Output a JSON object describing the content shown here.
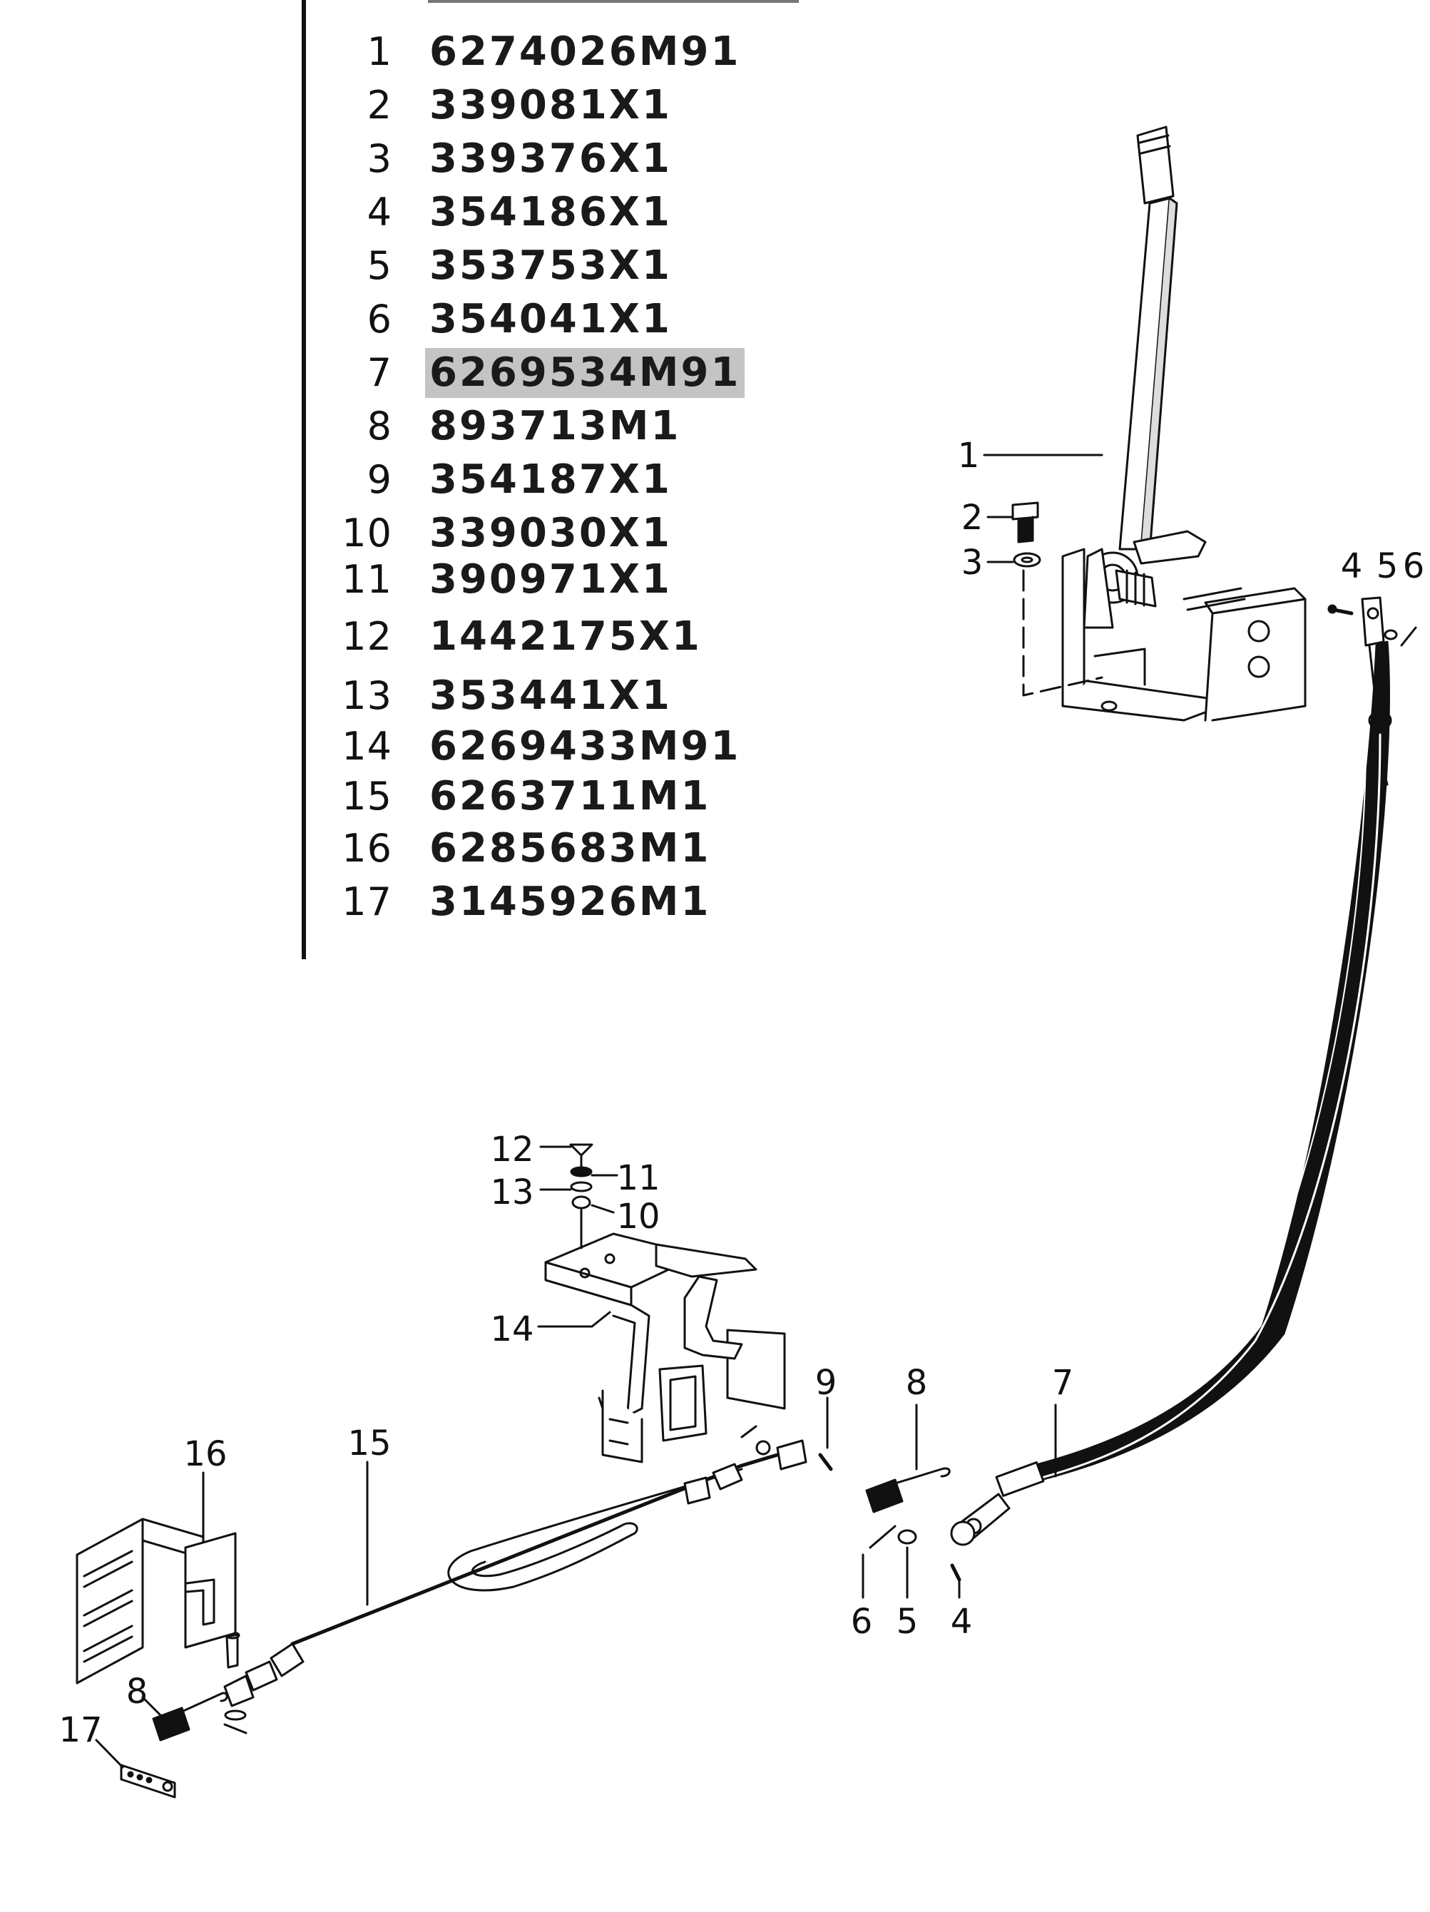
{
  "parts_list": {
    "highlighted_item": "7",
    "rows": [
      {
        "item": "1",
        "part_no": "6274026M91"
      },
      {
        "item": "2",
        "part_no": "339081X1"
      },
      {
        "item": "3",
        "part_no": "339376X1"
      },
      {
        "item": "4",
        "part_no": "354186X1"
      },
      {
        "item": "5",
        "part_no": "353753X1"
      },
      {
        "item": "6",
        "part_no": "354041X1"
      },
      {
        "item": "7",
        "part_no": "6269534M91"
      },
      {
        "item": "8",
        "part_no": "893713M1"
      },
      {
        "item": "9",
        "part_no": "354187X1"
      },
      {
        "item": "10",
        "part_no": "339030X1"
      },
      {
        "item": "11",
        "part_no": "390971X1"
      },
      {
        "item": "12",
        "part_no": "1442175X1"
      },
      {
        "item": "13",
        "part_no": "353441X1"
      },
      {
        "item": "14",
        "part_no": "6269433M91"
      },
      {
        "item": "15",
        "part_no": "6263711M1"
      },
      {
        "item": "16",
        "part_no": "6285683M1"
      },
      {
        "item": "17",
        "part_no": "3145926M1"
      }
    ]
  },
  "callouts": {
    "lever": "1",
    "bolt_top": "2",
    "washer_top": "3",
    "pin_top": "4",
    "washer_top2": "5",
    "cotter_top": "6",
    "cable_upper": "7",
    "spring_mid": "8",
    "pin_mid": "9",
    "nut": "10",
    "lockwasher": "11",
    "screw": "12",
    "flatwasher": "13",
    "bracket": "14",
    "cable_lower": "15",
    "mount_bracket": "16",
    "plate": "17",
    "spring_low": "8",
    "cotter_mid": "6",
    "washer_mid": "5",
    "pin_mid2": "4"
  },
  "colors": {
    "line": "#111111",
    "highlight": "#c4c4c4"
  }
}
